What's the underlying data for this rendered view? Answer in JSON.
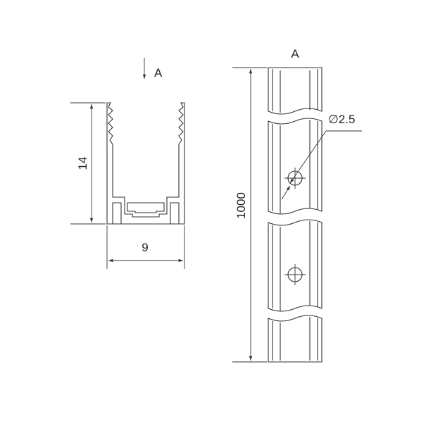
{
  "view_label_side": "A",
  "view_label_top": "A",
  "dimensions": {
    "height": "14",
    "width": "9",
    "length": "1000",
    "hole_diameter": "∅2.5"
  },
  "colors": {
    "line": "#333333",
    "background": "#ffffff"
  }
}
